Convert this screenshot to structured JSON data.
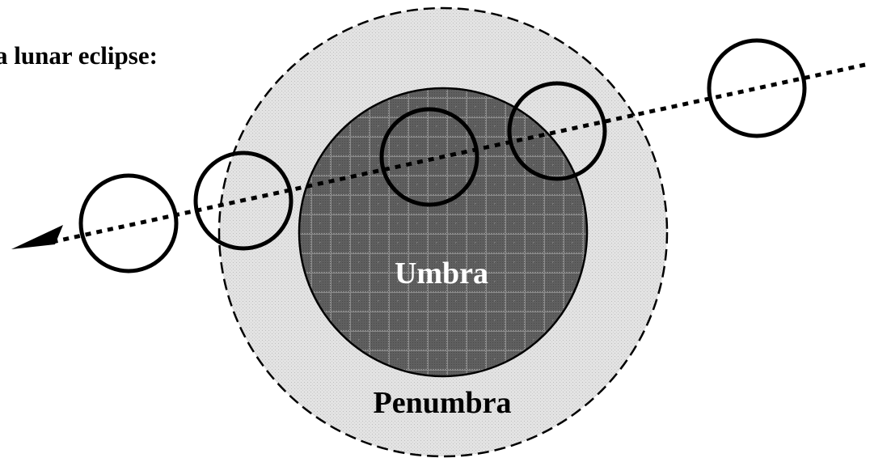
{
  "heading": "a lunar eclipse:",
  "umbra_label": "Umbra",
  "penumbra_label": "Penumbra",
  "moon_positions_count": 5,
  "colors": {
    "background": "#ffffff",
    "penumbra_fill": "#e0e0e0",
    "umbra_fill": "#6a6a6a",
    "outline": "#000000",
    "umbra_text": "#ffffff"
  }
}
